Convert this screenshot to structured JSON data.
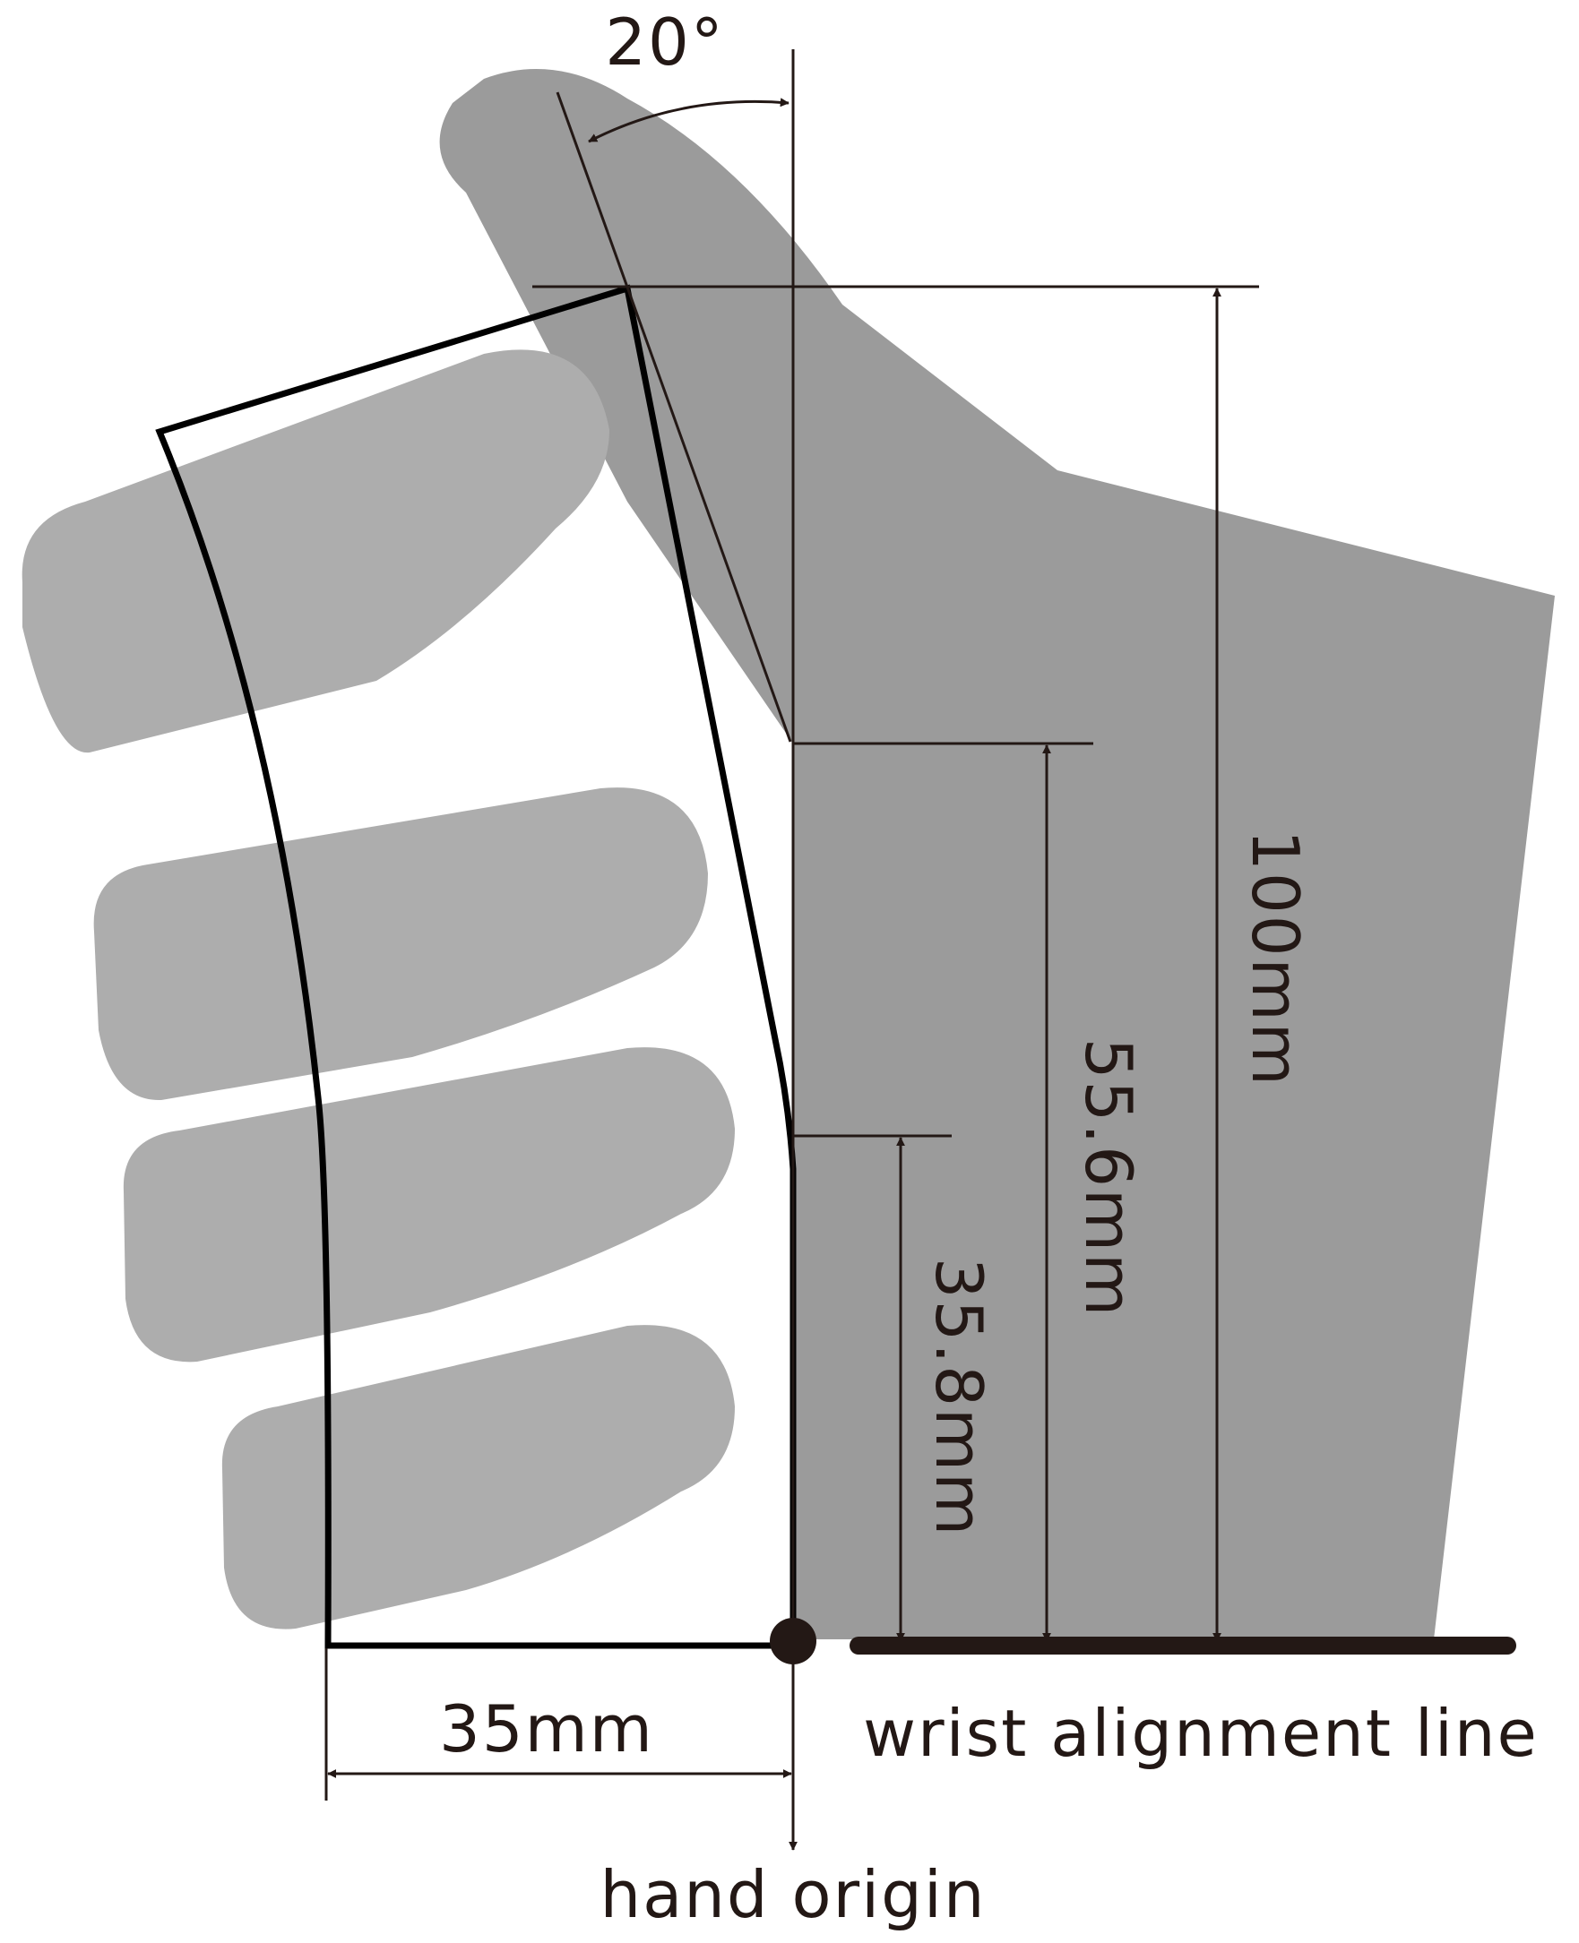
{
  "labels": {
    "angle": "20°",
    "width": "35mm",
    "height_total": "100mm",
    "height_mid": "55.6mm",
    "height_low": "35.8mm",
    "wrist_line": "wrist alignment line",
    "origin": "hand origin"
  },
  "colors": {
    "palm": "#9b9b9b",
    "fingers": "#adadad",
    "ink": "#231815",
    "outline": "#000000"
  }
}
